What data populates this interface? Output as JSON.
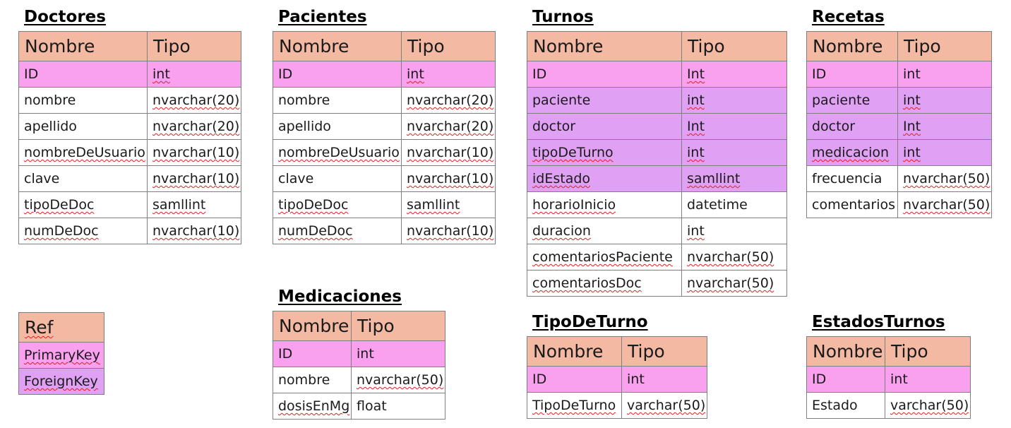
{
  "tables": [
    {
      "id": "doctores",
      "title": "Doctores",
      "header": [
        "Nombre",
        "Tipo"
      ],
      "rows": [
        {
          "role": "pk",
          "name": "ID",
          "type": "int"
        },
        {
          "role": "plain",
          "name": "nombre",
          "type": "nvarchar(20)"
        },
        {
          "role": "plain",
          "name": "apellido",
          "type": "nvarchar(20)"
        },
        {
          "role": "plain",
          "name": "nombreDeUsuario",
          "type": "nvarchar(10)"
        },
        {
          "role": "plain",
          "name": "clave",
          "type": "nvarchar(10)"
        },
        {
          "role": "plain",
          "name": "tipoDeDoc",
          "type": "samllint"
        },
        {
          "role": "plain",
          "name": "numDeDoc",
          "type": "nvarchar(10)"
        }
      ]
    },
    {
      "id": "pacientes",
      "title": "Pacientes",
      "header": [
        "Nombre",
        "Tipo"
      ],
      "rows": [
        {
          "role": "pk",
          "name": "ID",
          "type": "int"
        },
        {
          "role": "plain",
          "name": "nombre",
          "type": "nvarchar(20)"
        },
        {
          "role": "plain",
          "name": "apellido",
          "type": "nvarchar(20)"
        },
        {
          "role": "plain",
          "name": "nombreDeUsuario",
          "type": "nvarchar(10)"
        },
        {
          "role": "plain",
          "name": "clave",
          "type": "nvarchar(10)"
        },
        {
          "role": "plain",
          "name": "tipoDeDoc",
          "type": "samllint"
        },
        {
          "role": "plain",
          "name": "numDeDoc",
          "type": "nvarchar(10)"
        }
      ]
    },
    {
      "id": "turnos",
      "title": "Turnos",
      "header": [
        "Nombre",
        "Tipo"
      ],
      "rows": [
        {
          "role": "pk",
          "name": "ID",
          "type": "Int"
        },
        {
          "role": "fk",
          "name": "paciente",
          "type": "int"
        },
        {
          "role": "fk",
          "name": "doctor",
          "type": "Int"
        },
        {
          "role": "fk",
          "name": "tipoDeTurno",
          "type": "int"
        },
        {
          "role": "fk",
          "name": "idEstado",
          "type": "samllint"
        },
        {
          "role": "plain",
          "name": "horarioInicio",
          "type": "datetime"
        },
        {
          "role": "plain",
          "name": "duracion",
          "type": "int"
        },
        {
          "role": "plain",
          "name": "comentariosPaciente",
          "type": "nvarchar(50)"
        },
        {
          "role": "plain",
          "name": "comentariosDoc",
          "type": "nvarchar(50)"
        }
      ]
    },
    {
      "id": "recetas",
      "title": "Recetas",
      "header": [
        "Nombre",
        "Tipo"
      ],
      "rows": [
        {
          "role": "pk",
          "name": "ID",
          "type": "int"
        },
        {
          "role": "fk",
          "name": "paciente",
          "type": "int"
        },
        {
          "role": "fk",
          "name": "doctor",
          "type": "Int"
        },
        {
          "role": "fk",
          "name": "medicacion",
          "type": "int"
        },
        {
          "role": "plain",
          "name": "frecuencia",
          "type": "nvarchar(50)"
        },
        {
          "role": "plain",
          "name": "comentarios",
          "type": "nvarchar(50)"
        }
      ]
    },
    {
      "id": "medicaciones",
      "title": "Medicaciones",
      "header": [
        "Nombre",
        "Tipo"
      ],
      "rows": [
        {
          "role": "pk",
          "name": "ID",
          "type": "int"
        },
        {
          "role": "plain",
          "name": "nombre",
          "type": "nvarchar(50)"
        },
        {
          "role": "plain",
          "name": "dosisEnMg",
          "type": "float"
        }
      ]
    },
    {
      "id": "tipodeturno",
      "title": "TipoDeTurno",
      "header": [
        "Nombre",
        "Tipo"
      ],
      "rows": [
        {
          "role": "pk",
          "name": "ID",
          "type": "int"
        },
        {
          "role": "plain",
          "name": "TipoDeTurno",
          "type": "varchar(50)"
        }
      ]
    },
    {
      "id": "estadosturnos",
      "title": "EstadosTurnos",
      "header": [
        "Nombre",
        "Tipo"
      ],
      "rows": [
        {
          "role": "pk",
          "name": "ID",
          "type": "int"
        },
        {
          "role": "plain",
          "name": "Estado",
          "type": "varchar(50)"
        }
      ]
    }
  ],
  "legend": {
    "header": "Ref",
    "items": [
      {
        "role": "pk",
        "label": "PrimaryKey"
      },
      {
        "role": "fk",
        "label": "ForeignKey"
      }
    ]
  },
  "colors": {
    "header": "#f4b9a3",
    "primary_key": "#f9a0ef",
    "foreign_key": "#e0a1f5",
    "spell_underline": "#e02020"
  }
}
